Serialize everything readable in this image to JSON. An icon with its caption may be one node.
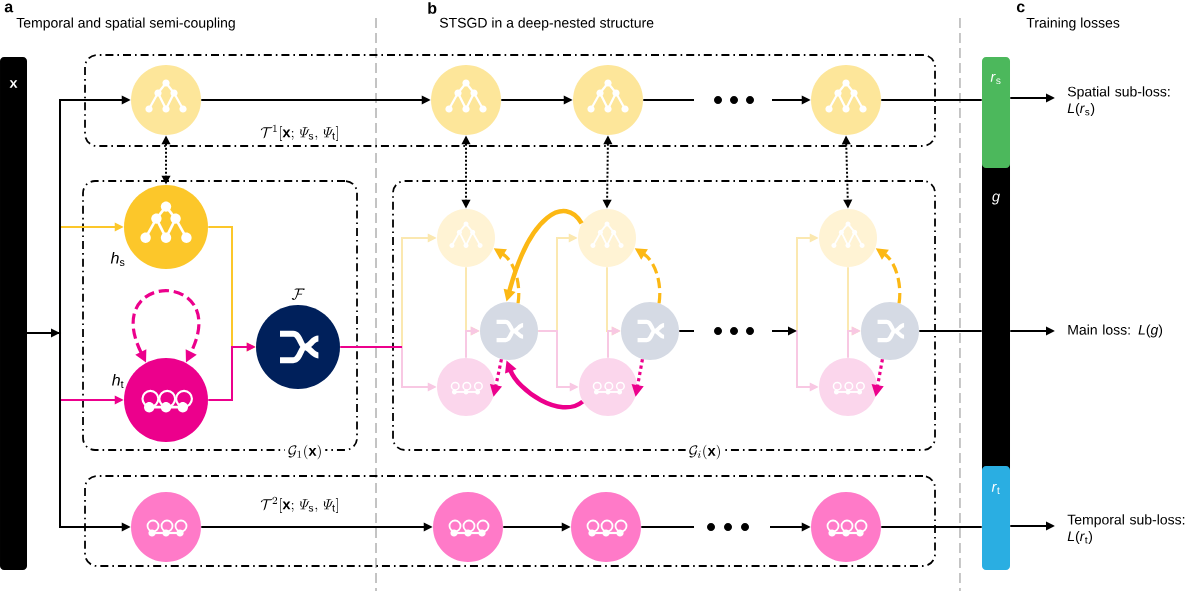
{
  "diagram": {
    "nodes": [
      {
        "text": [
          "x"
        ]
      },
      {
        "text": [
          "\\mathcal{T}^{1}[\\mathbf{x};\\,\\mathnormal{\\Psi}_{\\mathrm{s}},\\,\\mathnormal{\\Psi}_{\\mathrm{t}}]"
        ]
      },
      {
        "text": [],
        "shape": "circle",
        "in": 1
      },
      {
        "text": [],
        "shape": "circle",
        "in": 1
      },
      {
        "text": [],
        "shape": "circle",
        "in": 1
      },
      {
        "text": [],
        "shape": "circle",
        "in": 1
      },
      {
        "text": [
          "\\mathcal{G}_{1}(\\mathbf{x})"
        ]
      },
      {
        "text": [],
        "shape": "circle",
        "in": 6,
        "beside": [
          "*h*$_{s}$"
        ]
      },
      {
        "text": [],
        "shape": "circle",
        "in": 6,
        "beside": [
          "*h*$_{t}$"
        ]
      },
      {
        "text": [],
        "shape": "circle",
        "in": 6,
        "beside": [
          "\\mathcal{F}"
        ]
      },
      {
        "text": [
          "\\mathcal{G}_{i}(\\mathbf{x})"
        ]
      },
      {
        "text": [],
        "shape": "circle",
        "in": 10
      },
      {
        "text": [],
        "shape": "circle",
        "in": 10
      },
      {
        "text": [],
        "shape": "circle",
        "in": 10
      },
      {
        "text": [],
        "shape": "circle",
        "in": 10
      },
      {
        "text": [],
        "shape": "circle",
        "in": 10
      },
      {
        "text": [],
        "shape": "circle",
        "in": 10
      },
      {
        "text": [],
        "shape": "circle",
        "in": 10
      },
      {
        "text": [],
        "shape": "circle",
        "in": 10
      },
      {
        "text": [],
        "shape": "circle",
        "in": 10
      },
      {
        "text": [
          "\\mathcal{T}^{2}[\\mathbf{x};\\,\\mathnormal{\\Psi}_{\\mathrm{s}},\\,\\mathnormal{\\Psi}_{\\mathrm{t}}]"
        ]
      },
      {
        "text": [],
        "shape": "circle",
        "in": 20
      },
      {
        "text": [],
        "shape": "circle",
        "in": 20
      },
      {
        "text": [],
        "shape": "circle",
        "in": 20
      },
      {
        "text": [],
        "shape": "circle",
        "in": 20
      },
      {
        "text": [
          "*r*$_{s}$"
        ]
      },
      {
        "text": [
          "g"
        ]
      },
      {
        "text": [
          "*r*$_{t}$"
        ]
      },
      {
        "text": [
          "Spatial sub-loss: *L*(*r*$_{s}$)"
        ]
      },
      {
        "text": [
          "Main loss: *L*(*g*)"
        ]
      },
      {
        "text": [
          "Temporal sub-loss: *L*(*r*$_{t}$)"
        ]
      }
    ],
    "edges": [
      {
        "from": 0,
        "to": 2,
        "arrow": "to"
      },
      {
        "from": 0,
        "to": 7,
        "arrow": "to",
        "color": "#fcc72a"
      },
      {
        "from": 0,
        "to": 8,
        "arrow": "to",
        "color": "#ec008c"
      },
      {
        "from": 0,
        "to": 21,
        "arrow": "to"
      },
      {
        "from": 2,
        "to": 3,
        "arrow": "to"
      },
      {
        "from": 3,
        "to": 4,
        "arrow": "to"
      },
      {
        "from": 4,
        "to": 5,
        "arrow": "to"
      },
      {
        "from": 5,
        "to": 25,
        "arrow": "none"
      },
      {
        "from": 25,
        "to": 28,
        "arrow": "to"
      },
      {
        "from": 2,
        "to": 7,
        "arrow": "both",
        "style": "dashed"
      },
      {
        "from": 3,
        "to": 11,
        "arrow": "both",
        "style": "dashed"
      },
      {
        "from": 4,
        "to": 12,
        "arrow": "both",
        "style": "dashed"
      },
      {
        "from": 5,
        "to": 13,
        "arrow": "both",
        "style": "dashed"
      },
      {
        "from": 7,
        "to": 9,
        "arrow": "to",
        "color": "#fcc72a"
      },
      {
        "from": 8,
        "to": 9,
        "arrow": "to",
        "color": "#ec008c"
      },
      {
        "from": 8,
        "to": 8,
        "arrow": "both",
        "style": "dashed",
        "color": "#ec008c"
      },
      {
        "from": 9,
        "to": 11,
        "arrow": "to",
        "color": "#fbe8b0"
      },
      {
        "from": 9,
        "to": 17,
        "arrow": "to",
        "color": "#f8c8e3"
      },
      {
        "from": 11,
        "to": 14,
        "arrow": "to",
        "color": "#fbe8b0"
      },
      {
        "from": 17,
        "to": 14,
        "arrow": "to",
        "color": "#f8c8e3"
      },
      {
        "from": 14,
        "to": 12,
        "arrow": "to",
        "color": "#fbe8b0"
      },
      {
        "from": 14,
        "to": 18,
        "arrow": "to",
        "color": "#f8c8e3"
      },
      {
        "from": 12,
        "to": 15,
        "arrow": "to",
        "color": "#fbe8b0"
      },
      {
        "from": 18,
        "to": 15,
        "arrow": "to",
        "color": "#f8c8e3"
      },
      {
        "from": 15,
        "to": 13,
        "arrow": "to",
        "color": "#fbe8b0"
      },
      {
        "from": 15,
        "to": 19,
        "arrow": "to",
        "color": "#f8c8e3"
      },
      {
        "from": 13,
        "to": 16,
        "arrow": "to",
        "color": "#fbe8b0"
      },
      {
        "from": 19,
        "to": 16,
        "arrow": "to",
        "color": "#f8c8e3"
      },
      {
        "from": 12,
        "to": 14,
        "arrow": "to",
        "style": "thick",
        "color": "#fcb814"
      },
      {
        "from": 14,
        "to": 11,
        "arrow": "to",
        "style": "dashed",
        "color": "#fcb814"
      },
      {
        "from": 15,
        "to": 12,
        "arrow": "to",
        "style": "dashed",
        "color": "#fcb814"
      },
      {
        "from": 16,
        "to": 13,
        "arrow": "to",
        "style": "dashed",
        "color": "#fcb814"
      },
      {
        "from": 14,
        "to": 17,
        "arrow": "to",
        "style": "dashed",
        "color": "#ec008c"
      },
      {
        "from": 18,
        "to": 14,
        "arrow": "to",
        "style": "thick",
        "color": "#ec008c"
      },
      {
        "from": 15,
        "to": 18,
        "arrow": "to",
        "style": "dashed",
        "color": "#ec008c"
      },
      {
        "from": 16,
        "to": 19,
        "arrow": "to",
        "style": "dashed",
        "color": "#ec008c"
      },
      {
        "from": 16,
        "to": 26,
        "arrow": "none"
      },
      {
        "from": 26,
        "to": 29,
        "arrow": "to"
      },
      {
        "from": 21,
        "to": 22,
        "arrow": "to"
      },
      {
        "from": 22,
        "to": 23,
        "arrow": "to"
      },
      {
        "from": 23,
        "to": 24,
        "arrow": "to"
      },
      {
        "from": 24,
        "to": 27,
        "arrow": "none"
      },
      {
        "from": 27,
        "to": 30,
        "arrow": "to"
      }
    ],
    "labels": [
      "a",
      "Temporal and spatial semi-coupling",
      "b",
      "STSGD in a deep-nested structure",
      "c",
      "Training losses"
    ]
  }
}
